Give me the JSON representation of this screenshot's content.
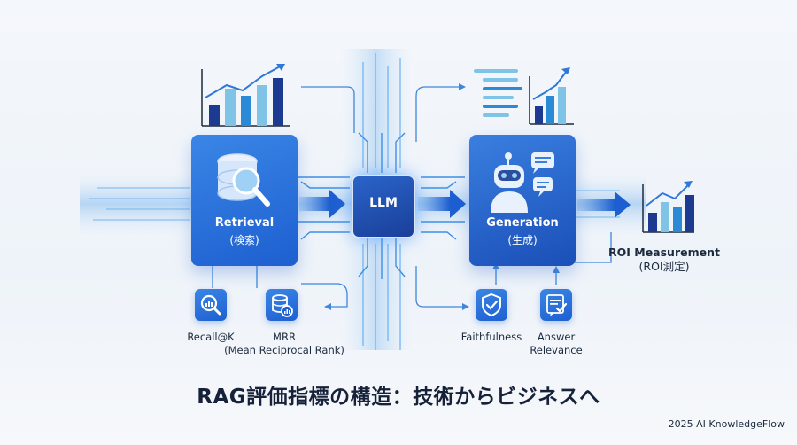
{
  "nodes": {
    "retrieval": {
      "title": "Retrieval",
      "subtitle": "(検索)"
    },
    "llm": {
      "label": "LLM"
    },
    "generation": {
      "title": "Generation",
      "subtitle": "(生成)"
    }
  },
  "roi": {
    "line1": "ROI Measurement",
    "line2": "(ROI測定)"
  },
  "metrics": {
    "recall": {
      "label": "Recall@K"
    },
    "mrr": {
      "line1": "MRR",
      "line2": "(Mean Reciprocal Rank)"
    },
    "faithfulness": {
      "label": "Faithfulness"
    },
    "answer_relevance": {
      "line1": "Answer",
      "line2": "Relevance"
    }
  },
  "title": "RAG評価指標の構造：技術からビジネスへ",
  "footer": "2025 AI KnowledgeFlow",
  "colors": {
    "primary": "#1d5fd0",
    "accent": "#3a86e6",
    "bar_light": "#7fc3e6",
    "bar_mid": "#2b8ad6",
    "bar_dark": "#1c3a8f",
    "line": "#2f78d8",
    "text": "#16223a"
  },
  "icons": {
    "retrieval": "database-search-icon",
    "generation": "robot-chat-icon",
    "recall": "magnifier-chart-icon",
    "mrr": "database-chart-icon",
    "faithfulness": "shield-check-icon",
    "answer_relevance": "document-check-icon",
    "roi": "bar-chart-trend-icon"
  }
}
